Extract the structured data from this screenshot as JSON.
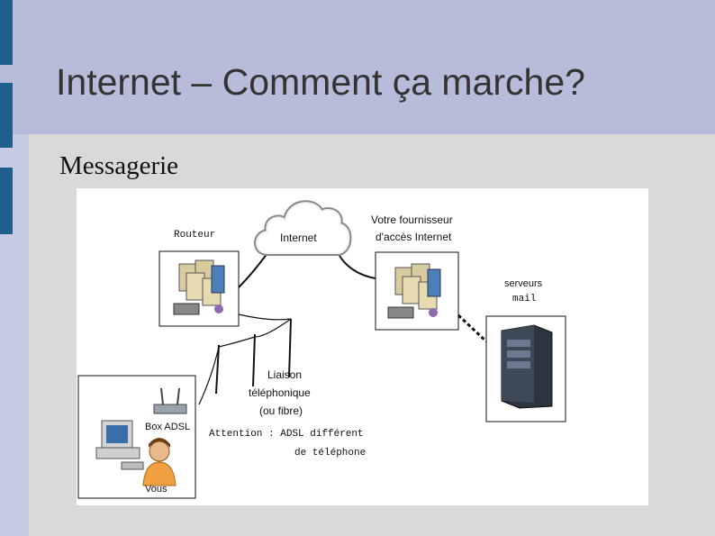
{
  "slide": {
    "title": "Internet – Comment ça marche?",
    "subtitle": "Messagerie"
  },
  "diagram": {
    "router_label": "Routeur",
    "internet_label": "Internet",
    "isp_label_line1": "Votre fournisseur",
    "isp_label_line2": "d'accès Internet",
    "mail_servers_line1": "serveurs",
    "mail_servers_line2": "mail",
    "link_label_line1": "Liaison",
    "link_label_line2": "téléphonique",
    "link_label_line3": "(ou fibre)",
    "box_label": "Box ADSL",
    "user_label": "Vous",
    "note_line1": "Attention : ADSL différent",
    "note_line2": "de téléphone"
  },
  "colors": {
    "header": "#b7bcda",
    "accent": "#1f5f8e",
    "slide_background": "#d9d9d9"
  },
  "icons": [
    "cloud-icon",
    "server-rack-icon",
    "tower-server-icon",
    "telephone-pole-icon",
    "adsl-box-icon",
    "computer-icon",
    "user-icon"
  ]
}
